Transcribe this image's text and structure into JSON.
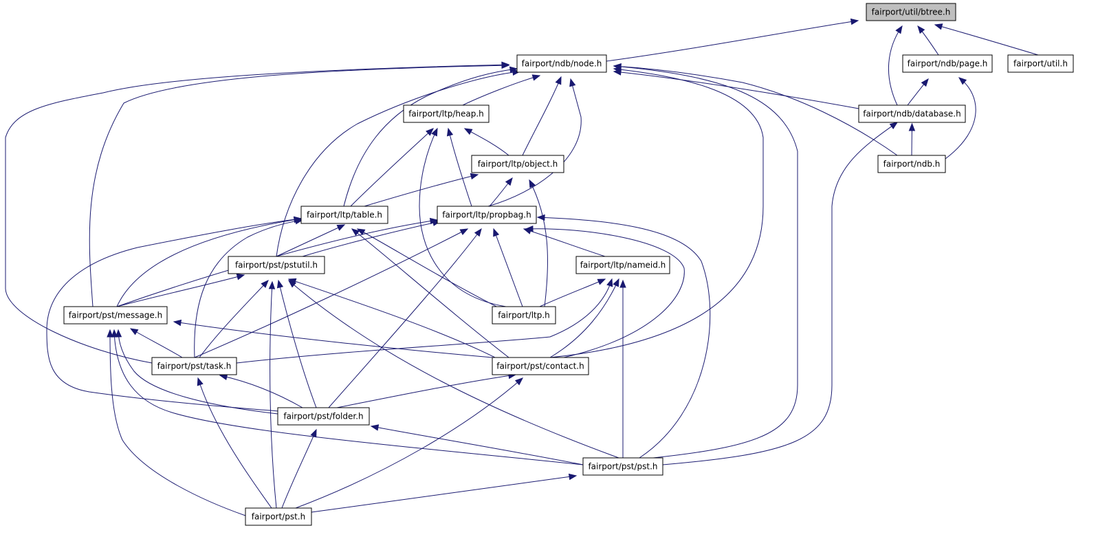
{
  "graph": {
    "type": "include-dependency-graph",
    "root": "btree",
    "colors": {
      "edge": "#191970",
      "root_fill": "#bfbfbf",
      "node_fill": "#ffffff",
      "node_border": "#000000"
    },
    "nodes": [
      {
        "id": "btree",
        "label": "fairport/util/btree.h"
      },
      {
        "id": "node",
        "label": "fairport/ndb/node.h"
      },
      {
        "id": "page",
        "label": "fairport/ndb/page.h"
      },
      {
        "id": "util",
        "label": "fairport/util.h"
      },
      {
        "id": "heap",
        "label": "fairport/ltp/heap.h"
      },
      {
        "id": "database",
        "label": "fairport/ndb/database.h"
      },
      {
        "id": "object",
        "label": "fairport/ltp/object.h"
      },
      {
        "id": "ndb",
        "label": "fairport/ndb.h"
      },
      {
        "id": "table",
        "label": "fairport/ltp/table.h"
      },
      {
        "id": "propbag",
        "label": "fairport/ltp/propbag.h"
      },
      {
        "id": "pstutil",
        "label": "fairport/pst/pstutil.h"
      },
      {
        "id": "nameid",
        "label": "fairport/ltp/nameid.h"
      },
      {
        "id": "message",
        "label": "fairport/pst/message.h"
      },
      {
        "id": "ltp",
        "label": "fairport/ltp.h"
      },
      {
        "id": "task",
        "label": "fairport/pst/task.h"
      },
      {
        "id": "contact",
        "label": "fairport/pst/contact.h"
      },
      {
        "id": "folder",
        "label": "fairport/pst/folder.h"
      },
      {
        "id": "pst_pst",
        "label": "fairport/pst/pst.h"
      },
      {
        "id": "pst",
        "label": "fairport/pst.h"
      }
    ],
    "edges": [
      {
        "from": "node",
        "to": "btree"
      },
      {
        "from": "page",
        "to": "btree"
      },
      {
        "from": "util",
        "to": "btree"
      },
      {
        "from": "database",
        "to": "btree"
      },
      {
        "from": "database",
        "to": "page"
      },
      {
        "from": "ndb",
        "to": "page"
      },
      {
        "from": "ndb",
        "to": "database"
      },
      {
        "from": "pst_pst",
        "to": "database"
      },
      {
        "from": "heap",
        "to": "node"
      },
      {
        "from": "object",
        "to": "node"
      },
      {
        "from": "propbag",
        "to": "node"
      },
      {
        "from": "table",
        "to": "node"
      },
      {
        "from": "pstutil",
        "to": "node"
      },
      {
        "from": "message",
        "to": "node"
      },
      {
        "from": "task",
        "to": "node"
      },
      {
        "from": "contact",
        "to": "node"
      },
      {
        "from": "pst_pst",
        "to": "node"
      },
      {
        "from": "ndb",
        "to": "node"
      },
      {
        "from": "database",
        "to": "node"
      },
      {
        "from": "object",
        "to": "heap"
      },
      {
        "from": "table",
        "to": "heap"
      },
      {
        "from": "propbag",
        "to": "heap"
      },
      {
        "from": "ltp",
        "to": "heap"
      },
      {
        "from": "table",
        "to": "object"
      },
      {
        "from": "propbag",
        "to": "object"
      },
      {
        "from": "ltp",
        "to": "object"
      },
      {
        "from": "pstutil",
        "to": "table"
      },
      {
        "from": "message",
        "to": "table"
      },
      {
        "from": "task",
        "to": "table"
      },
      {
        "from": "ltp",
        "to": "table"
      },
      {
        "from": "contact",
        "to": "table"
      },
      {
        "from": "folder",
        "to": "table"
      },
      {
        "from": "pstutil",
        "to": "propbag"
      },
      {
        "from": "message",
        "to": "propbag"
      },
      {
        "from": "nameid",
        "to": "propbag"
      },
      {
        "from": "ltp",
        "to": "propbag"
      },
      {
        "from": "task",
        "to": "propbag"
      },
      {
        "from": "contact",
        "to": "propbag"
      },
      {
        "from": "folder",
        "to": "propbag"
      },
      {
        "from": "pst_pst",
        "to": "propbag"
      },
      {
        "from": "message",
        "to": "pstutil"
      },
      {
        "from": "task",
        "to": "pstutil"
      },
      {
        "from": "contact",
        "to": "pstutil"
      },
      {
        "from": "folder",
        "to": "pstutil"
      },
      {
        "from": "pst_pst",
        "to": "pstutil"
      },
      {
        "from": "pst",
        "to": "pstutil"
      },
      {
        "from": "ltp",
        "to": "nameid"
      },
      {
        "from": "contact",
        "to": "nameid"
      },
      {
        "from": "task",
        "to": "nameid"
      },
      {
        "from": "pst_pst",
        "to": "nameid"
      },
      {
        "from": "task",
        "to": "message"
      },
      {
        "from": "contact",
        "to": "message"
      },
      {
        "from": "folder",
        "to": "message"
      },
      {
        "from": "pst_pst",
        "to": "message"
      },
      {
        "from": "pst",
        "to": "message"
      },
      {
        "from": "folder",
        "to": "task"
      },
      {
        "from": "pst",
        "to": "task"
      },
      {
        "from": "folder",
        "to": "contact"
      },
      {
        "from": "pst",
        "to": "contact"
      },
      {
        "from": "pst_pst",
        "to": "folder"
      },
      {
        "from": "pst",
        "to": "folder"
      },
      {
        "from": "pst",
        "to": "pst_pst"
      }
    ]
  }
}
